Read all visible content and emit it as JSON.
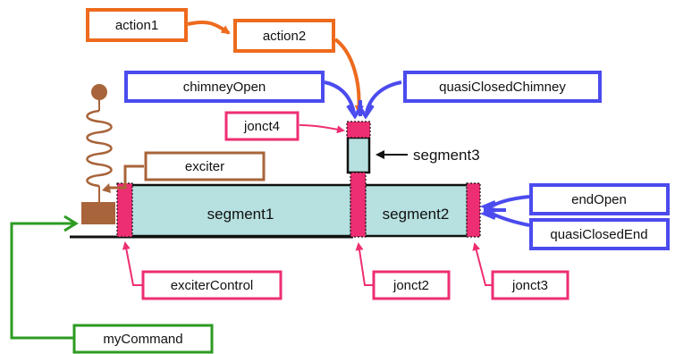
{
  "labels": {
    "action1": "action1",
    "action2": "action2",
    "chimneyOpen": "chimneyOpen",
    "quasiClosedChimney": "quasiClosedChimney",
    "jonct4": "jonct4",
    "segment3": "segment3",
    "exciter": "exciter",
    "segment1": "segment1",
    "segment2": "segment2",
    "endOpen": "endOpen",
    "quasiClosedEnd": "quasiClosedEnd",
    "exciterControl": "exciterControl",
    "jonct2": "jonct2",
    "jonct3": "jonct3",
    "myCommand": "myCommand"
  },
  "colors": {
    "action": "#ee6a1d",
    "boundary": "#4b4bef",
    "junction": "#ee2e73",
    "exciter": "#a8643a",
    "command": "#2c9b22",
    "segment_fill": "#b7e0e0",
    "outline": "#111111"
  }
}
